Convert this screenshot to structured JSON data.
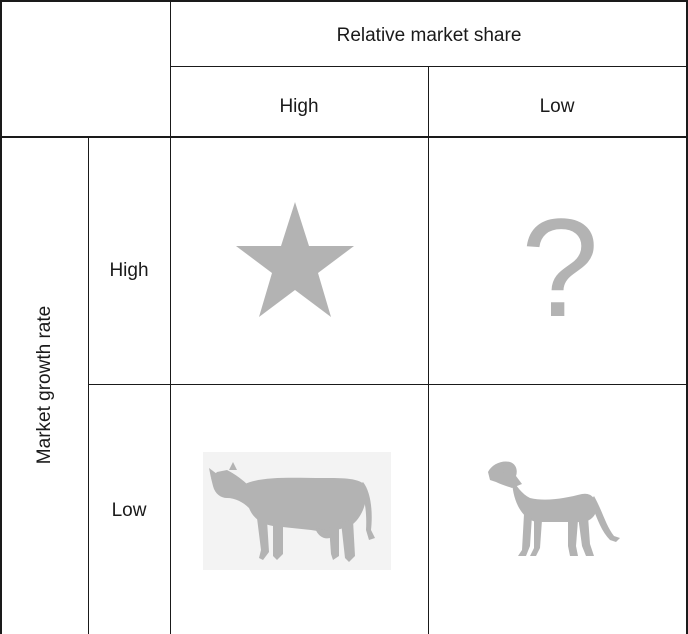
{
  "header": {
    "column_axis_label": "Relative market share",
    "column_high_label": "High",
    "column_low_label": "Low"
  },
  "rows": {
    "row_axis_label": "Market growth rate",
    "row_high_label": "High",
    "row_low_label": "Low"
  },
  "quadrants": {
    "high_high": {
      "icon": "star-icon"
    },
    "high_low": {
      "icon": "question-mark-icon",
      "text": "?"
    },
    "low_high": {
      "icon": "cow-icon"
    },
    "low_low": {
      "icon": "dog-icon"
    }
  },
  "colors": {
    "line": "#1a1a1a",
    "icon_fill": "#b3b3b3",
    "cow_background": "#f3f3f3"
  }
}
